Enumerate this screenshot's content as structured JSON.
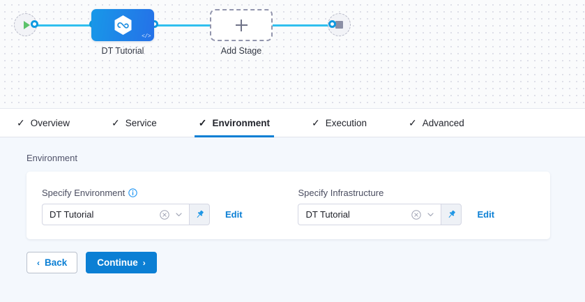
{
  "canvas": {
    "start_node": {
      "name": "start-node",
      "icon": "play-icon"
    },
    "end_node": {
      "name": "end-node",
      "icon": "stop-icon"
    },
    "stage": {
      "label": "DT Tutorial",
      "icon": "hexagon-infinity-icon",
      "badge": "</>"
    },
    "add_stage": {
      "label": "Add Stage",
      "icon": "plus-icon"
    }
  },
  "tabs": [
    {
      "label": "Overview",
      "icon": "check-icon",
      "active": false
    },
    {
      "label": "Service",
      "icon": "check-icon",
      "active": false
    },
    {
      "label": "Environment",
      "icon": "check-icon",
      "active": true
    },
    {
      "label": "Execution",
      "icon": "check-icon",
      "active": false
    },
    {
      "label": "Advanced",
      "icon": "check-icon",
      "active": false
    }
  ],
  "panel": {
    "section_title": "Environment",
    "fields": [
      {
        "label": "Specify Environment",
        "info_icon": "info-circle-icon",
        "has_info": true,
        "value": "DT Tutorial",
        "clear_icon": "clear-circle-icon",
        "chevron_icon": "chevron-down-icon",
        "pin_icon": "pin-icon",
        "edit_label": "Edit"
      },
      {
        "label": "Specify Infrastructure",
        "info_icon": "",
        "has_info": false,
        "value": "DT Tutorial",
        "clear_icon": "clear-circle-icon",
        "chevron_icon": "chevron-down-icon",
        "pin_icon": "pin-icon",
        "edit_label": "Edit"
      }
    ]
  },
  "footer": {
    "back_label": "Back",
    "back_icon": "chevron-left-icon",
    "continue_label": "Continue",
    "continue_icon": "chevron-right-icon"
  },
  "colors": {
    "accent_blue": "#0b7fd4",
    "edge_blue": "#30bfee",
    "node_blue": "#1898e8",
    "play_green": "#5cc26a",
    "stop_gray": "#8b8fa5",
    "panel_bg": "#f4f8fd",
    "canvas_bg": "#fafbfc"
  },
  "glyphs": {
    "check": "✓",
    "chevron_left": "‹",
    "chevron_right": "›",
    "code": "</>"
  }
}
